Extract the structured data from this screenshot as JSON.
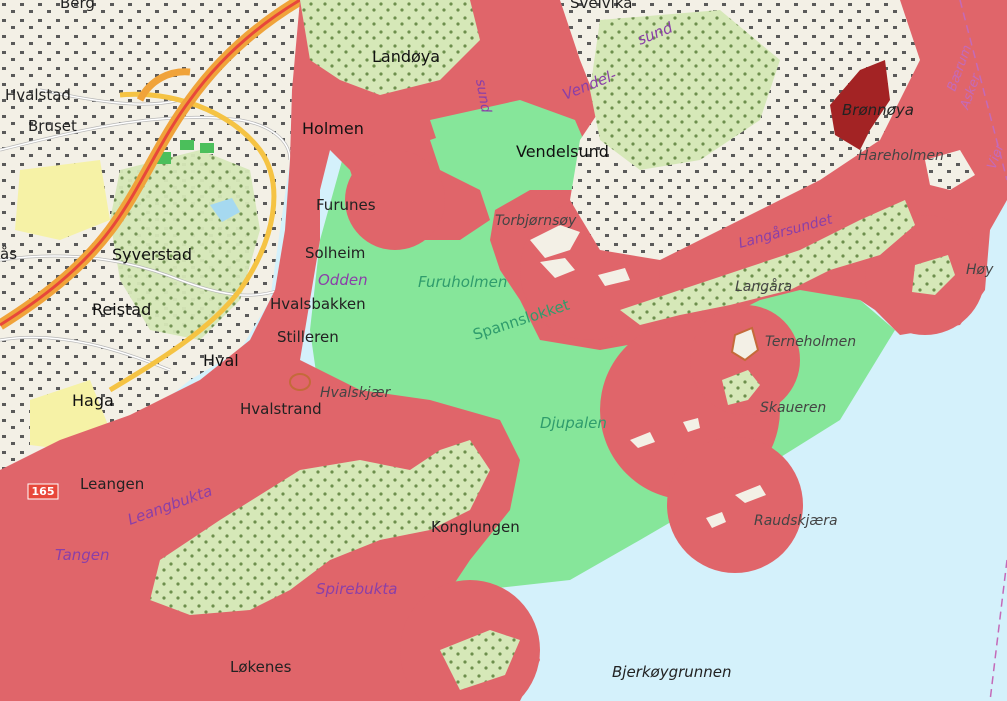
{
  "map": {
    "colors": {
      "sea": "#d4f1fb",
      "land": "#f3f0e6",
      "forest": "#d6e8b8",
      "agri": "#f6f2a6",
      "zone_red": "#e0656a",
      "zone_green": "#86e69a",
      "zone_darkred": "#a32324",
      "highway": "#f0a33a",
      "highway_core": "#e8473a",
      "road": "#ffffff",
      "road_casing": "#b8b8b8",
      "building": "#5a5a5a",
      "water_text": "#8a3fa8",
      "green_text": "#2f9c6c",
      "municipal_border": "#c46ab8"
    },
    "road_number": "165",
    "labels": {
      "berg": "Berg",
      "landoya": "Landøya",
      "svelvika": "Svelvika",
      "sund": "sund",
      "vendelsund_water": "Vendel-",
      "vendelsund_water2": "sund",
      "hvalstad": "Hvalstad",
      "bruset": "Bruset",
      "holmen": "Holmen",
      "bronnoya": "Brønnøya",
      "baerum": "Bærum",
      "asker": "Asker",
      "vier": "Vier",
      "vendelsund": "Vendelsund",
      "hareholmen": "Hareholmen",
      "furunes": "Furunes",
      "torbjornsoy": "Torbjørnsøy",
      "langarsundet": "Langårsundet",
      "as": "ås",
      "syverstad": "Syverstad",
      "solheim": "Solheim",
      "odden": "Odden",
      "furuholmen": "Furuholmen",
      "langara": "Langåra",
      "hoy": "Høy",
      "reistad": "Reistad",
      "hvalsbakken": "Hvalsbakken",
      "spannslokket": "Spannslokket",
      "stilleren": "Stilleren",
      "terneholmen": "Terneholmen",
      "hval": "Hval",
      "hvalskjaer": "Hvalskjær",
      "haga": "Haga",
      "hvalstrand": "Hvalstrand",
      "skaueren": "Skaueren",
      "djupalen": "Djupalen",
      "leangen": "Leangen",
      "leangbukta": "Leangbukta",
      "konglungen": "Konglungen",
      "raudskjaera": "Raudskjæra",
      "tangen": "Tangen",
      "spirebukta": "Spirebukta",
      "lokenes": "Løkenes",
      "bjerkoygrunnen": "Bjerkøygrunnen"
    }
  }
}
